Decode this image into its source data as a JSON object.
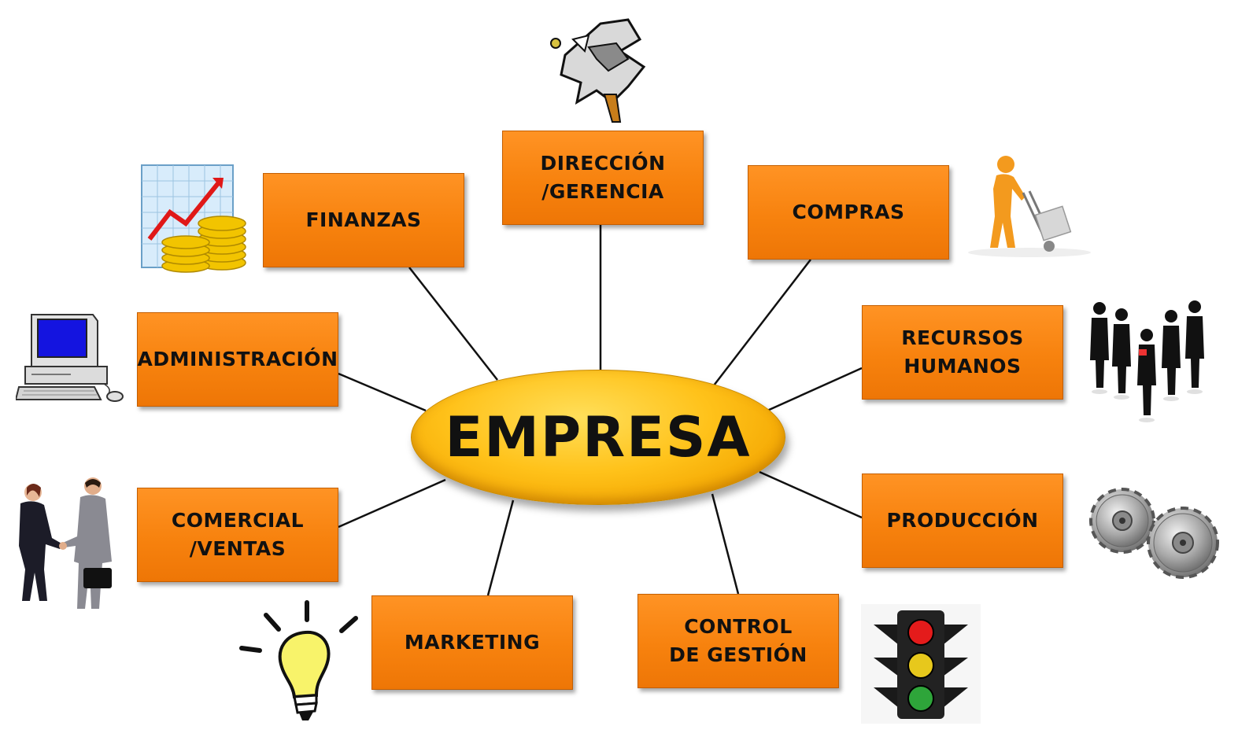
{
  "center": {
    "label": "EMPRESA"
  },
  "nodes": [
    {
      "id": "direccion",
      "label": "DIRECCIÓN\n/GERENCIA",
      "icon": "puzzle-arrow-icon"
    },
    {
      "id": "compras",
      "label": "COMPRAS",
      "icon": "hand-truck-icon"
    },
    {
      "id": "recursos-humanos",
      "label": "RECURSOS\nHUMANOS",
      "icon": "people-silhouettes-icon"
    },
    {
      "id": "produccion",
      "label": "PRODUCCIÓN",
      "icon": "gears-icon"
    },
    {
      "id": "control-gestion",
      "label": "CONTROL\nDE GESTIÓN",
      "icon": "traffic-light-icon"
    },
    {
      "id": "marketing",
      "label": "MARKETING",
      "icon": "lightbulb-icon"
    },
    {
      "id": "comercial",
      "label": "COMERCIAL\n/VENTAS",
      "icon": "handshake-icon"
    },
    {
      "id": "administracion",
      "label": "ADMINISTRACIÓN",
      "icon": "computer-icon"
    },
    {
      "id": "finanzas",
      "label": "FINANZAS",
      "icon": "chart-coins-icon"
    }
  ],
  "colors": {
    "node_fill": "#f7820e",
    "hub_fill": "#ffc21a",
    "connector": "#111111"
  }
}
